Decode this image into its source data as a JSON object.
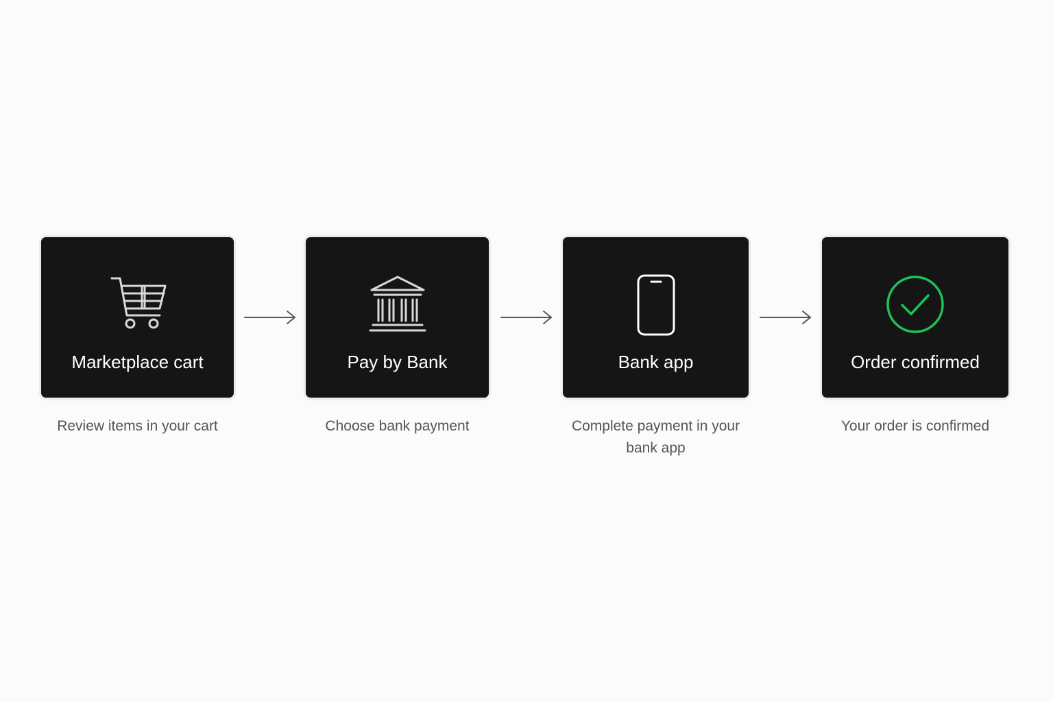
{
  "steps": [
    {
      "title": "Marketplace cart",
      "caption": "Review items in your cart",
      "icon": "shopping-cart-icon"
    },
    {
      "title": "Pay by Bank",
      "caption": "Choose bank payment",
      "icon": "bank-building-icon"
    },
    {
      "title": "Bank app",
      "caption": "Complete payment in your bank app",
      "icon": "smartphone-icon"
    },
    {
      "title": "Order confirmed",
      "caption": "Your order is confirmed",
      "icon": "check-circle-icon"
    }
  ],
  "colors": {
    "card_background": "#151515",
    "page_background": "#fbfbfb",
    "confirm_green": "#1fc256",
    "caption_text": "#555555",
    "arrow": "#555555"
  }
}
